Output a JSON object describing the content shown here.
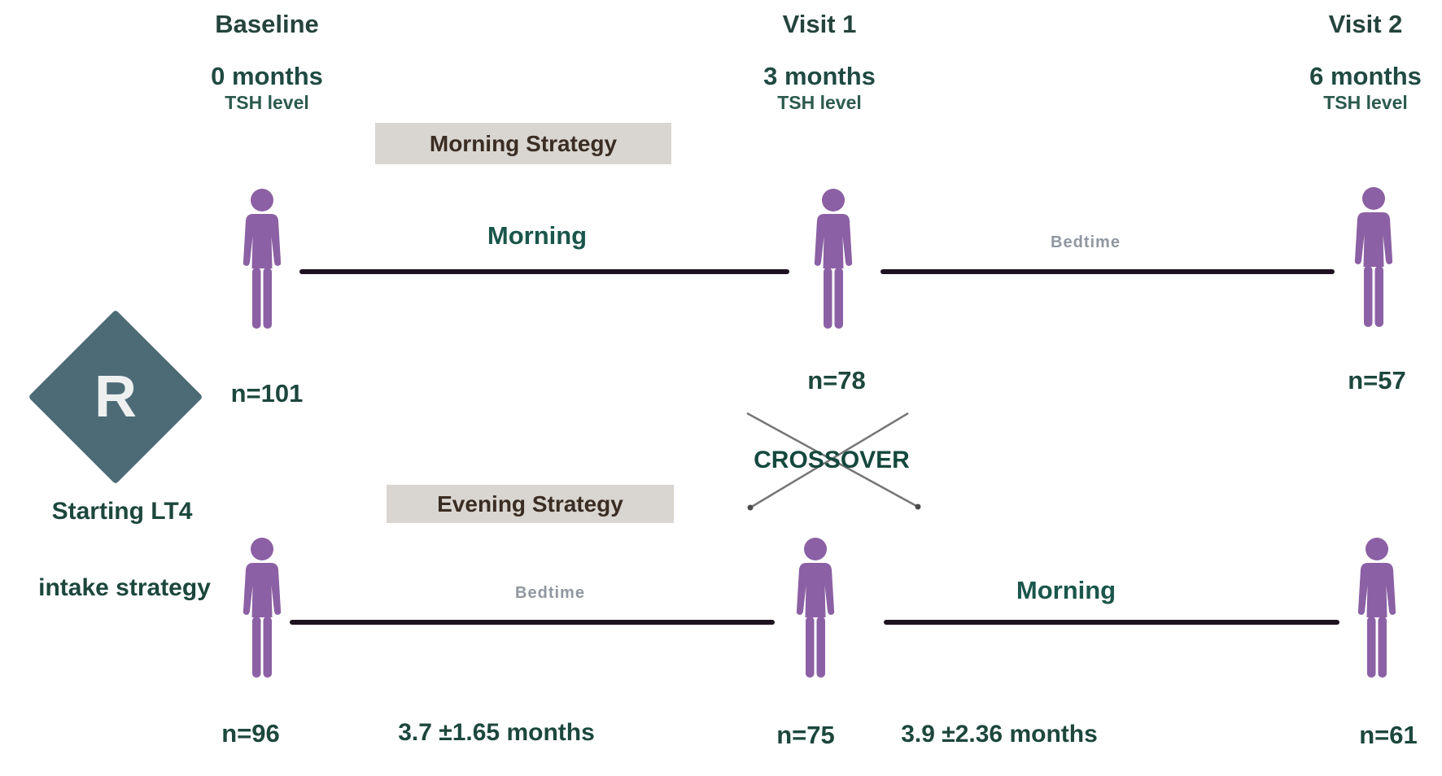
{
  "timepoints": [
    {
      "name": "Baseline",
      "time": "0 months",
      "measure": "TSH level"
    },
    {
      "name": "Visit 1",
      "time": "3 months",
      "measure": "TSH level"
    },
    {
      "name": "Visit 2",
      "time": "6 months",
      "measure": "TSH level"
    }
  ],
  "randomization": {
    "symbol": "R",
    "caption_line1": "Starting LT4",
    "caption_line2": "intake strategy"
  },
  "morning_arm": {
    "strategy_label": "Morning Strategy",
    "segments": [
      "Morning",
      "Bedtime"
    ],
    "counts": [
      "n=101",
      "n=78",
      "n=57"
    ]
  },
  "evening_arm": {
    "strategy_label": "Evening Strategy",
    "segments": [
      "Bedtime",
      "Morning"
    ],
    "counts": [
      "n=96",
      "n=75",
      "n=61"
    ],
    "durations": [
      "3.7 ±1.65 months",
      "3.9 ±2.36 months"
    ]
  },
  "crossover": {
    "label": "CROSSOVER"
  },
  "colors": {
    "person_purple": "#8c60a4",
    "diamond_slate": "#4d6b77",
    "text_teal": "#1c473d",
    "bedtime_gray": "#9097a0",
    "strategy_box_bg": "#d9d5d1",
    "strategy_box_text": "#3a2d23",
    "timeline_line": "#1e1220"
  }
}
